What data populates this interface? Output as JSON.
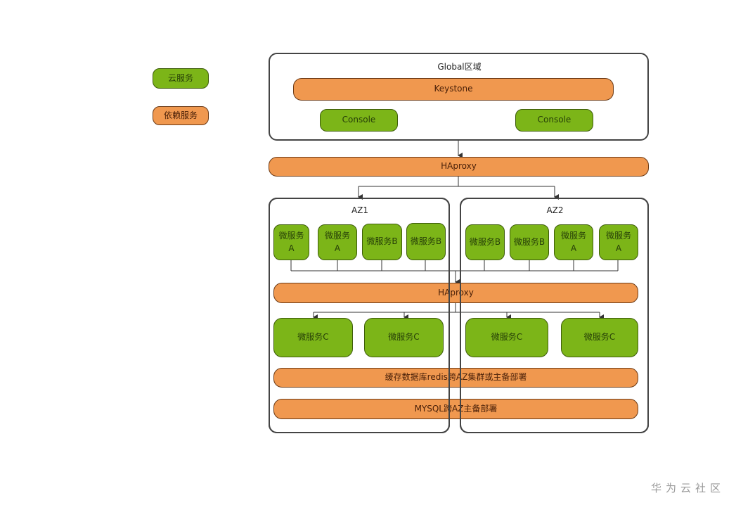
{
  "legend": {
    "cloud_service": "云服务",
    "dependency_service": "依赖服务"
  },
  "global_zone": {
    "title": "Global区域",
    "keystone": "Keystone",
    "consoles": [
      "Console",
      "Console"
    ]
  },
  "top_haproxy": "HAproxy",
  "az1": {
    "title": "AZ1",
    "services": [
      {
        "line1": "微服务",
        "line2": "A"
      },
      {
        "line1": "微服务",
        "line2": "A"
      },
      {
        "line1": "微服务B",
        "line2": ""
      },
      {
        "line1": "微服务B",
        "line2": ""
      }
    ],
    "service_c": [
      "微服务C",
      "微服务C"
    ]
  },
  "az2": {
    "title": "AZ2",
    "services": [
      {
        "line1": "微服务B",
        "line2": ""
      },
      {
        "line1": "微服务B",
        "line2": ""
      },
      {
        "line1": "微服务",
        "line2": "A"
      },
      {
        "line1": "微服务",
        "line2": "A"
      }
    ],
    "service_c": [
      "微服务C",
      "微服务C"
    ]
  },
  "middle_haproxy": "HAproxy",
  "redis": "缓存数据库redis跨AZ集群或主备部署",
  "mysql": "MYSQL跨AZ主备部署",
  "watermark": "华为云社区",
  "colors": {
    "cloud_service": "#7cb518",
    "dependency_service": "#f0984f",
    "border": "#444444"
  }
}
